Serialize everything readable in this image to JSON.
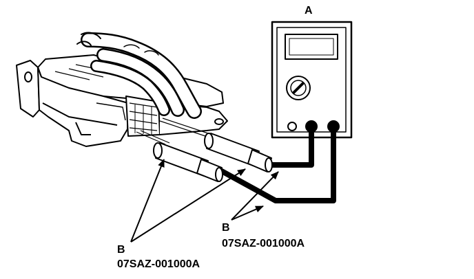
{
  "labels": {
    "multimeter": "A",
    "probe_right": "B",
    "probe_right_part_number": "07SAZ-001000A",
    "probe_left": "B",
    "probe_left_part_number": "07SAZ-001000A"
  }
}
